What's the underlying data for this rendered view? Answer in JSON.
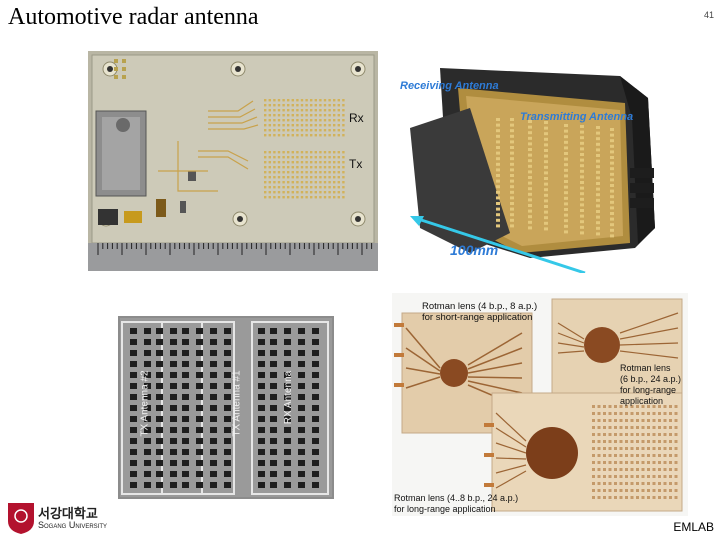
{
  "slide": {
    "title": "Automotive radar antenna",
    "page_number": "41",
    "footer_right": "EMLAB"
  },
  "logo": {
    "korean_name": "서강대학교",
    "english_name": "Sogang University"
  },
  "pcb_photo": {
    "rx_label": "Rx",
    "tx_label": "Tx"
  },
  "module_photo": {
    "receiving_label": "Receiving Antenna",
    "transmitting_label": "Transmitting Antenna",
    "size_label": "100mm"
  },
  "array_photo": {
    "tx2_label": "TX Antenna #2",
    "tx1_label": "TX Antenna #1",
    "rx_label": "RX Antenna"
  },
  "rotman_photo": {
    "lens1_line1": "Rotman lens (4 b.p., 8 a.p.)",
    "lens1_line2": "for short-range application",
    "lens2_line1": "Rotman lens",
    "lens2_line2": "(6 b.p., 24 a.p.)",
    "lens2_line3": "for long-range",
    "lens2_line4": "application",
    "lens3_line1": "Rotman lens (4..8 b.p., 24 a.p.)",
    "lens3_line2": "for long-range application"
  },
  "colors": {
    "pcb_board": "#c9c6b4",
    "gold": "#d2b25a",
    "module_body": "#2a2a2a",
    "label_blue": "#2e7bd6",
    "cyan_arrow": "#35c8e8",
    "array_bg": "#8c8c8c",
    "patch": "#1e1e1e",
    "substrate": "#e3ccaa",
    "copper": "#8a4a22"
  }
}
